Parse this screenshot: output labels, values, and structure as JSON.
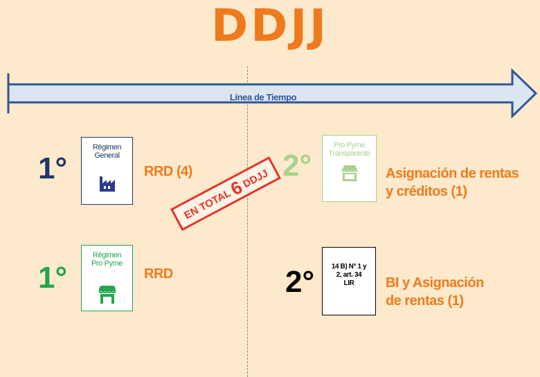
{
  "title": "DDJJ",
  "timeline": {
    "label": "Línea de Tiempo"
  },
  "stamp": {
    "prefix": "EN TOTAL",
    "number": "6",
    "suffix": "DDJJ"
  },
  "left": {
    "rows": [
      {
        "ordinal": "1°",
        "box": {
          "line1": "Régimen",
          "line2": "General",
          "icon": "factory-icon"
        },
        "desc": "RRD (4)"
      },
      {
        "ordinal": "1°",
        "box": {
          "line1": "Régimen",
          "line2": "Pro Pyme",
          "icon": "store-icon"
        },
        "desc": "RRD"
      }
    ]
  },
  "right": {
    "rows": [
      {
        "ordinal": "2°",
        "box": {
          "line1": "Pro Pyme",
          "line2": "Transparente",
          "icon": "store-icon"
        },
        "desc_line1": "Asignación de rentas",
        "desc_line2": "y créditos (1)"
      },
      {
        "ordinal": "2°",
        "box": {
          "line1": "14 B) N° 1 y",
          "line2": "2, art. 34",
          "line3": "LIR"
        },
        "desc_line1": "BI y Asignación",
        "desc_line2": "de rentas (1)"
      }
    ]
  },
  "colors": {
    "background": "#fde9cb",
    "title": "#ee7a1c",
    "timeline": "#2f5597",
    "general": "#1f3864",
    "pyme": "#22a64e",
    "transparente": "#a9d18e",
    "stamp": "#e8302a",
    "description": "#ee7a1c"
  }
}
